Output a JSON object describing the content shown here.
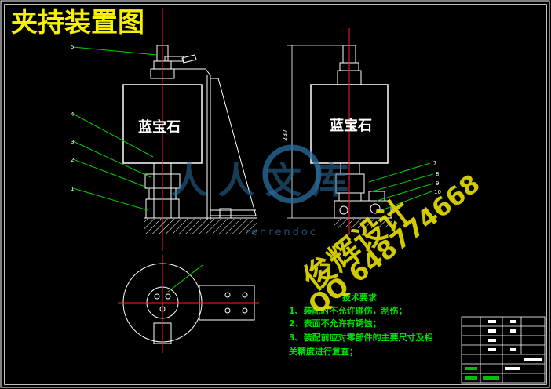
{
  "title": "夹持装置图",
  "part_label": "蓝宝石",
  "left_balloons": [
    "5",
    "4",
    "3",
    "2",
    "1"
  ],
  "right_balloons": [
    "7",
    "8",
    "9",
    "10"
  ],
  "dimension": "237",
  "notes": {
    "heading": "技术要求",
    "items": [
      "1、装配时不允许碰伤，刮伤；",
      "2、表面不允许有锈蚀；",
      "3、装配前应对零部件的主要尺寸及相",
      "关精度进行复查；"
    ]
  },
  "watermarks": {
    "stamp": "人人文库",
    "url": "renrendoc",
    "designer": "俊辉设计",
    "qq": "QQ 648774668"
  },
  "colors": {
    "background": "#000000",
    "outline": "#ffffff",
    "centerline": "#ff2020",
    "leader": "#00d000",
    "notes_text": "#00e000",
    "title_text": "#f7f000",
    "watermark_yellow": "#e8e000",
    "stamp_blue": "#2a6fa0"
  }
}
